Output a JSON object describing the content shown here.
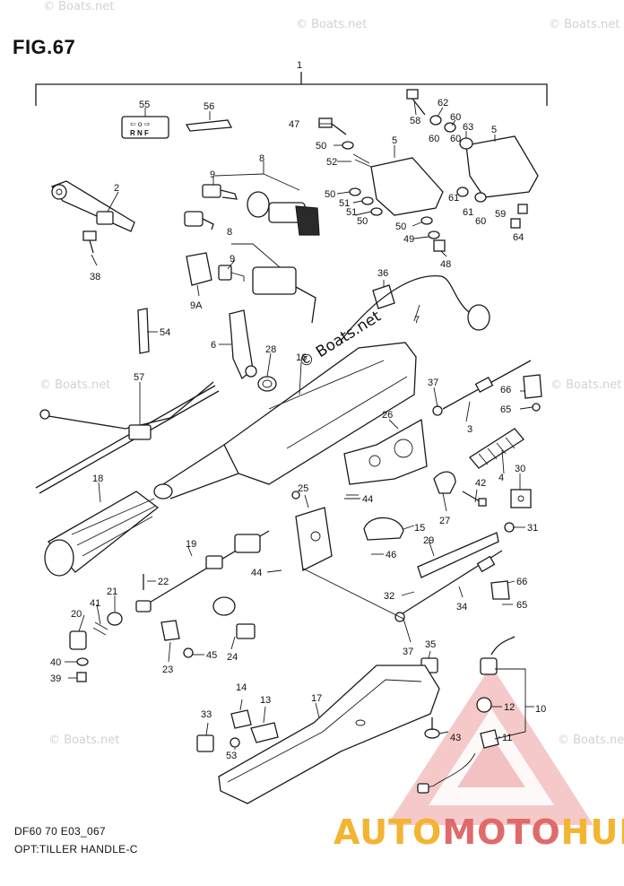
{
  "header": {
    "figure_title": "FIG.67"
  },
  "footer": {
    "drawing_code": "DF60 70 E03_067",
    "option_label": "OPT:TILLER HANDLE-C"
  },
  "watermarks": {
    "text": "© Boats.net",
    "center_text": "© Boats.net"
  },
  "branding": {
    "part1": "AUTO",
    "part2": "MOTO",
    "part3": "HUB",
    "colors": {
      "yellow": "#f3b431",
      "red": "#e06a6a"
    }
  },
  "shift_plate": {
    "top_label": "⇦ o ⇨",
    "bottom_label": "R N F"
  },
  "callouts": {
    "c1": "1",
    "c2": "2",
    "c3": "3",
    "c4": "4",
    "c5a": "5",
    "c5b": "5",
    "c6": "6",
    "c7": "7",
    "c8a": "8",
    "c8b": "8",
    "c9a": "9",
    "c9b": "9",
    "c9A": "9A",
    "c10": "10",
    "c11": "11",
    "c12": "12",
    "c13": "13",
    "c14": "14",
    "c15": "15",
    "c16": "16",
    "c17": "17",
    "c18": "18",
    "c19": "19",
    "c20": "20",
    "c21": "21",
    "c22": "22",
    "c23": "23",
    "c24": "24",
    "c25": "25",
    "c26": "26",
    "c27": "27",
    "c28": "28",
    "c29": "29",
    "c30": "30",
    "c31": "31",
    "c32": "32",
    "c33": "33",
    "c34": "34",
    "c35": "35",
    "c36": "36",
    "c37a": "37",
    "c37b": "37",
    "c38": "38",
    "c39": "39",
    "c40": "40",
    "c41": "41",
    "c42": "42",
    "c43": "43",
    "c44a": "44",
    "c44b": "44",
    "c45": "45",
    "c46": "46",
    "c47": "47",
    "c48": "48",
    "c49": "49",
    "c50a": "50",
    "c50b": "50",
    "c50c": "50",
    "c50d": "50",
    "c51a": "51",
    "c51b": "51",
    "c52": "52",
    "c53": "53",
    "c54": "54",
    "c55": "55",
    "c56": "56",
    "c57": "57",
    "c58": "58",
    "c59": "59",
    "c60a": "60",
    "c60b": "60",
    "c60c": "60",
    "c60d": "60",
    "c61a": "61",
    "c61b": "61",
    "c62": "62",
    "c63": "63",
    "c64": "64",
    "c65a": "65",
    "c65b": "65",
    "c66a": "66",
    "c66b": "66"
  },
  "colors": {
    "line": "#1a1a1a",
    "watermark": "#d2d2d2",
    "triangle": "#e06a6a"
  }
}
